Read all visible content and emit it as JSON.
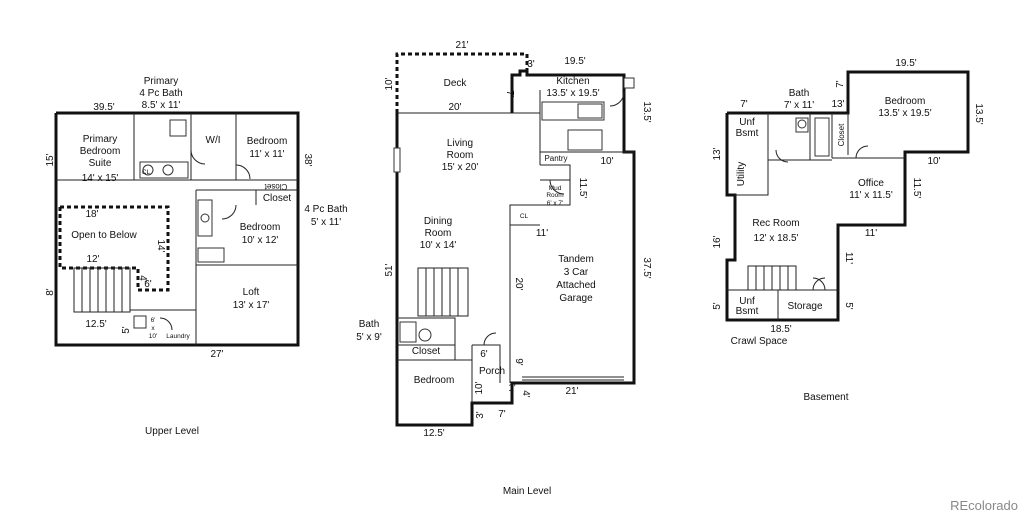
{
  "upper": {
    "caption": "Upper Level",
    "rooms": {
      "primary_bath": [
        "Primary",
        "4 Pc Bath",
        "8.5' x 11'"
      ],
      "primary_suite": [
        "Primary",
        "Bedroom",
        "Suite",
        "14' x 15'"
      ],
      "walk_in": "W/I",
      "bedroom_a": [
        "Bedroom",
        "11' x 11'"
      ],
      "bath_b": [
        "4 Pc Bath",
        "5' x 11'"
      ],
      "bedroom_b": [
        "Bedroom",
        "10' x 12'"
      ],
      "open_below": "Open to Below",
      "loft": [
        "Loft",
        "13' x 17'"
      ],
      "laundry": [
        "6'",
        "x",
        "10'",
        "Laundry"
      ]
    },
    "labels": {
      "closet": "Closet",
      "closet_rot": "Closet",
      "cl": "CL"
    },
    "dims": {
      "top": "39.5'",
      "left": "15'",
      "right": "38'",
      "inner_18": "18'",
      "inner_14": "14'",
      "inner_12": "12'",
      "inner_6": "6'",
      "inner_4": "4'",
      "left_8": "8'",
      "bot_125": "12.5'",
      "bot_5": "5'",
      "bottom": "27'"
    }
  },
  "main": {
    "caption": "Main Level",
    "rooms": {
      "deck": [
        "Deck",
        "20'"
      ],
      "kitchen": [
        "Kitchen",
        "13.5' x 19.5'"
      ],
      "living": [
        "Living",
        "Room",
        "15' x 20'"
      ],
      "pantry": "Pantry",
      "mud": [
        "Mud",
        "Room",
        "6' x 7'"
      ],
      "dining": [
        "Dining",
        "Room",
        "10' x 14'"
      ],
      "garage": [
        "Tandem",
        "3 Car",
        "Attached",
        "Garage"
      ],
      "bath": [
        "Bath",
        "5' x 9'"
      ],
      "bedroom": "Bedroom",
      "porch": "Porch"
    },
    "labels": {
      "closet": "Closet",
      "cl": "CL"
    },
    "dims": {
      "deck_top": "21'",
      "deck_left": "10'",
      "deck_3": "3'",
      "kitchen_top": "19.5'",
      "deck_7": "7'",
      "right_135": "13.5'",
      "d10": "10'",
      "d115": "11.5'",
      "d11": "11'",
      "d375": "37.5'",
      "d20": "20'",
      "d51": "51'",
      "d6": "6'",
      "d9": "9'",
      "d10b": "10'",
      "d1": "1'",
      "d4": "4'",
      "d21": "21'",
      "d3": "3'",
      "d7": "7'",
      "d125": "12.5'"
    }
  },
  "basement": {
    "caption": "Basement",
    "rooms": {
      "unf_top": [
        "Unf",
        "Bsmt"
      ],
      "bath": [
        "Bath",
        "7' x 11'"
      ],
      "bedroom": [
        "Bedroom",
        "13.5' x 19.5'"
      ],
      "utility": "Utility",
      "office": [
        "Office",
        "11' x 11.5'"
      ],
      "rec": [
        "Rec Room",
        "12' x 18.5'"
      ],
      "unf_bot": [
        "Unf",
        "Bsmt"
      ],
      "storage": "Storage",
      "crawl": "Crawl Space"
    },
    "labels": {
      "closet": "Closet"
    },
    "dims": {
      "top": "19.5'",
      "d7a": "7'",
      "d13a": "13'",
      "d7b": "7'",
      "right_135": "13.5'",
      "d13b": "13'",
      "d10": "10'",
      "d115": "11.5'",
      "d11a": "11'",
      "d16": "16'",
      "d11b": "11'",
      "d5a": "5'",
      "d5b": "5'",
      "d185": "18.5'"
    }
  },
  "brand": "REcolorado"
}
